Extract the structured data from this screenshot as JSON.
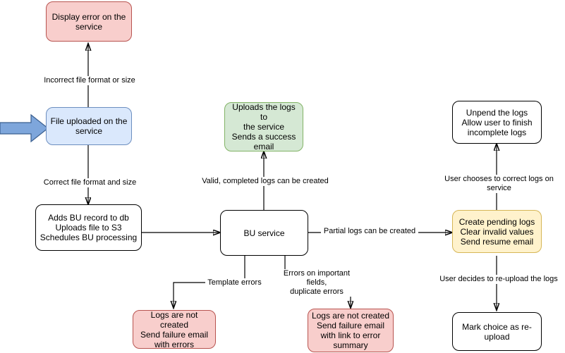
{
  "diagram": {
    "title": "Bulk Upload (BU) processing flowchart",
    "colors": {
      "pink": "#f8cecc",
      "pink_border": "#b85450",
      "blue": "#dae8fc",
      "blue_border": "#6c8ebf",
      "green": "#d5e8d4",
      "green_border": "#82b366",
      "yellow": "#fff2cc",
      "yellow_border": "#d6b656",
      "white": "#ffffff",
      "stroke": "#000000"
    },
    "nodes": [
      {
        "id": "display-error",
        "text": "Display error on the\nservice",
        "style": "pink"
      },
      {
        "id": "file-uploaded",
        "text": "File uploaded on the\nservice",
        "style": "blue"
      },
      {
        "id": "adds-bu-record",
        "text": "Adds BU record to db\nUploads file to S3\nSchedules BU processing",
        "style": "white"
      },
      {
        "id": "uploads-logs",
        "text": "Uploads the logs to\nthe service\nSends a success\nemail",
        "style": "green"
      },
      {
        "id": "bu-service",
        "text": "BU service",
        "style": "white"
      },
      {
        "id": "unpend-logs",
        "text": "Unpend the logs\nAllow user to finish\nincomplete logs",
        "style": "white"
      },
      {
        "id": "create-pending-logs",
        "text": "Create pending logs\nClear invalid values\nSend resume email",
        "style": "yellow"
      },
      {
        "id": "logs-not-created-errors",
        "text": "Logs are not created\nSend failure email\nwith errors",
        "style": "pink"
      },
      {
        "id": "logs-not-created-summary",
        "text": "Logs are not created\nSend failure email\nwith link to error\nsummary",
        "style": "pink"
      },
      {
        "id": "mark-choice-reupload",
        "text": "Mark choice as re-\nupload",
        "style": "white"
      }
    ],
    "edge_labels": [
      {
        "id": "incorrect-format",
        "text": "Incorrect file format or size"
      },
      {
        "id": "correct-format",
        "text": "Correct file format and size"
      },
      {
        "id": "valid-logs",
        "text": "Valid, completed logs can be created"
      },
      {
        "id": "partial-logs",
        "text": "Partial logs can be created"
      },
      {
        "id": "template-errors",
        "text": "Template errors"
      },
      {
        "id": "important-errors",
        "text": "Errors on important fields,\nduplicate errors"
      },
      {
        "id": "user-corrects",
        "text": "User chooses to correct logs on service"
      },
      {
        "id": "user-reuploads",
        "text": "User decides to re-upload the logs"
      }
    ],
    "entry_arrow": {
      "id": "entry-block-arrow",
      "color": "#7ea6db",
      "border": "#3a5f8f"
    }
  }
}
